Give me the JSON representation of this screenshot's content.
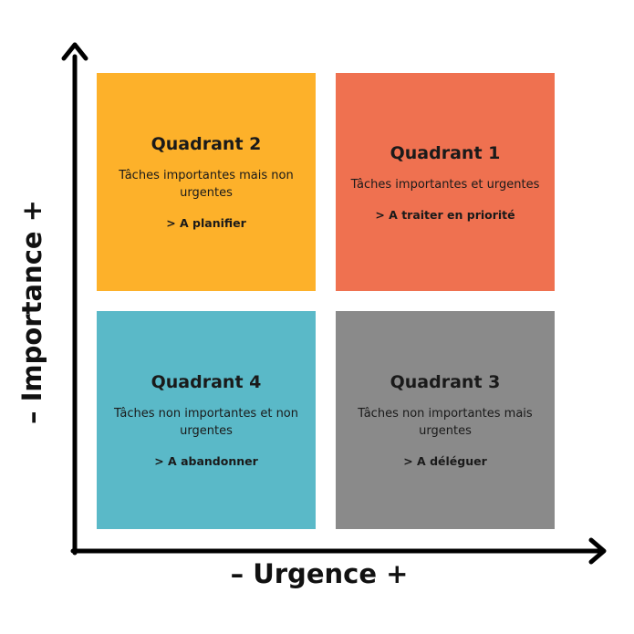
{
  "axes": {
    "x_label": "– Urgence +",
    "y_label": "– Importance +"
  },
  "quadrants": {
    "q1": {
      "title": "Quadrant 1",
      "description": "Tâches importantes et urgentes",
      "action": "> A traiter en priorité",
      "color": "#EF7150"
    },
    "q2": {
      "title": "Quadrant 2",
      "description": "Tâches importantes mais non urgentes",
      "action": "> A planifier",
      "color": "#FDB12A"
    },
    "q3": {
      "title": "Quadrant 3",
      "description": "Tâches non importantes mais urgentes",
      "action": "> A déléguer",
      "color": "#8A8A8A"
    },
    "q4": {
      "title": "Quadrant 4",
      "description": "Tâches non importantes et non urgentes",
      "action": "> A abandonner",
      "color": "#5AB9C8"
    }
  }
}
